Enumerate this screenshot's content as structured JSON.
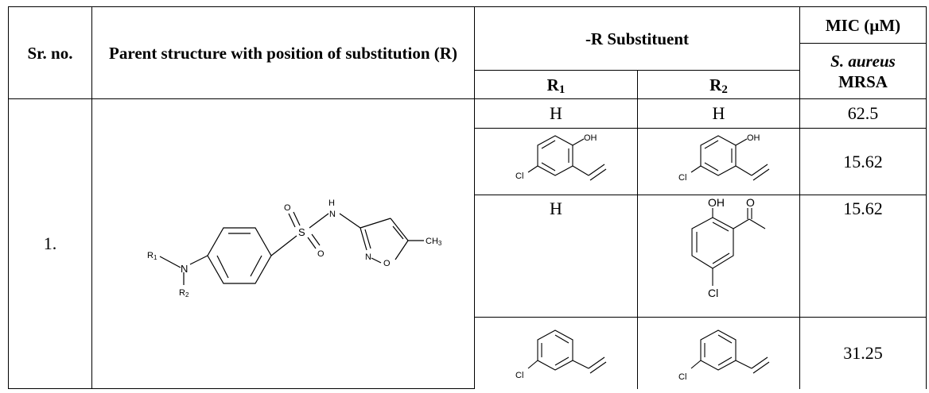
{
  "header": {
    "sr_no": "Sr. no.",
    "parent_structure": "Parent structure with position of substitution (R)",
    "r_substituent": "-R Substituent",
    "r1": "R",
    "r1_sub": "1",
    "r2": "R",
    "r2_sub": "2",
    "mic_label": "MIC (µM)",
    "organism": "S. aureus",
    "strain": "MRSA"
  },
  "row": {
    "sr": "1."
  },
  "parent_labels": {
    "o_top": "O",
    "o_bottom": "O",
    "s": "S",
    "h": "H",
    "n_amide": "N",
    "n_ring": "N",
    "o_ring": "O",
    "ch3": "CH",
    "ch3_sub": "3",
    "r1": "R",
    "r1_sub": "1",
    "r2": "R",
    "r2_sub": "2",
    "n_amine": "N"
  },
  "substituents": [
    {
      "r1": "H",
      "r2": "H",
      "mic": "62.5"
    },
    {
      "r1_structure": "5-chloro-2-hydroxybenzylidene",
      "r2_structure": "5-chloro-2-hydroxybenzylidene",
      "mic": "15.62"
    },
    {
      "r1": "H",
      "r2_structure": "5-chloro-2-hydroxyacetophenone",
      "mic": "15.62"
    },
    {
      "r1_structure": "3-chlorobenzylidene",
      "r2_structure": "3-chlorobenzylidene",
      "mic": "31.25"
    }
  ],
  "structure_labels": {
    "oh": "OH",
    "cl": "Cl",
    "o": "O"
  }
}
